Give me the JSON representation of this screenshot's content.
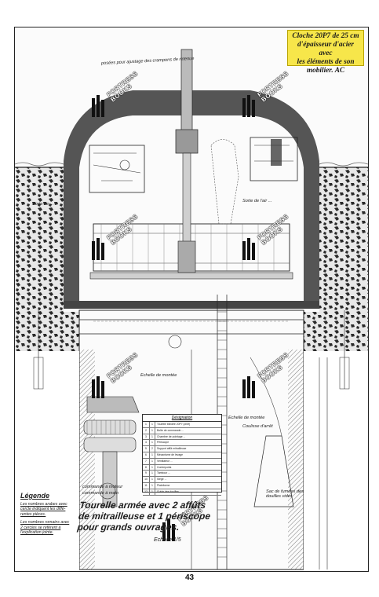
{
  "caption": {
    "line1": "Cloche 20P7 de 25 cm",
    "line2": "d'épaisseur d'acier avec",
    "line3": "les éléments de son",
    "line4": "mobilier. AC"
  },
  "page_number": "43",
  "legend": {
    "title": "Légende",
    "lines": [
      "Les nombres arabes avec",
      "cercle indiquent les diffé-",
      "rentes pièces.",
      "Les nombres romains avec",
      "2 cercles se réfèrent à",
      "l'explication jointe."
    ]
  },
  "title": {
    "line1": "Tourelle armée avec 2 affûts",
    "line2": "de mitrailleuse et 1 périscope",
    "line3": "pour grands ouvrages."
  },
  "scale": "Echelle 1/5",
  "annotations": {
    "top": "posées pour ajustage des crampons de retenue",
    "left_ground": "Sorte de ...",
    "right_ground": "Sorte de l'air ...",
    "mid": "Echelle de montée",
    "right_mid": "Echelle de montée",
    "right_low": "Coulisse d'arrêt",
    "right_box": "Sac de fumées des douilles vides",
    "bottom_left1": "commande à moteur",
    "bottom_left2": "commande à main"
  },
  "schedule": {
    "header": "Désignation",
    "rows": [
      {
        "n": "1",
        "q": "1",
        "d": "Tourelle blindée 20P7 (chef)"
      },
      {
        "n": "2",
        "q": "1",
        "d": "Boîte de commande ..."
      },
      {
        "n": "3",
        "q": "1",
        "d": "Chambre de pointage ..."
      },
      {
        "n": "4",
        "q": "1",
        "d": "Périscope"
      },
      {
        "n": "5",
        "q": "2",
        "d": "Support affût mitrailleuse"
      },
      {
        "n": "6",
        "q": "1",
        "d": "Mécanisme de levage"
      },
      {
        "n": "7",
        "q": "1",
        "d": "Ventilateur ..."
      },
      {
        "n": "8",
        "q": "1",
        "d": "Contrepoids"
      },
      {
        "n": "9",
        "q": "1",
        "d": "Tambour ..."
      },
      {
        "n": "10",
        "q": "1",
        "d": "Siège ..."
      },
      {
        "n": "11",
        "q": "1",
        "d": "Plateforme"
      },
      {
        "n": "12",
        "q": "1",
        "d": "Guide des douilles"
      }
    ]
  },
  "watermark": {
    "line1": "FORTRESS",
    "line2": "BOOKS"
  },
  "colors": {
    "caption_bg": "#f7e64a",
    "concrete": "#5a5a5a",
    "ink": "#222222"
  }
}
